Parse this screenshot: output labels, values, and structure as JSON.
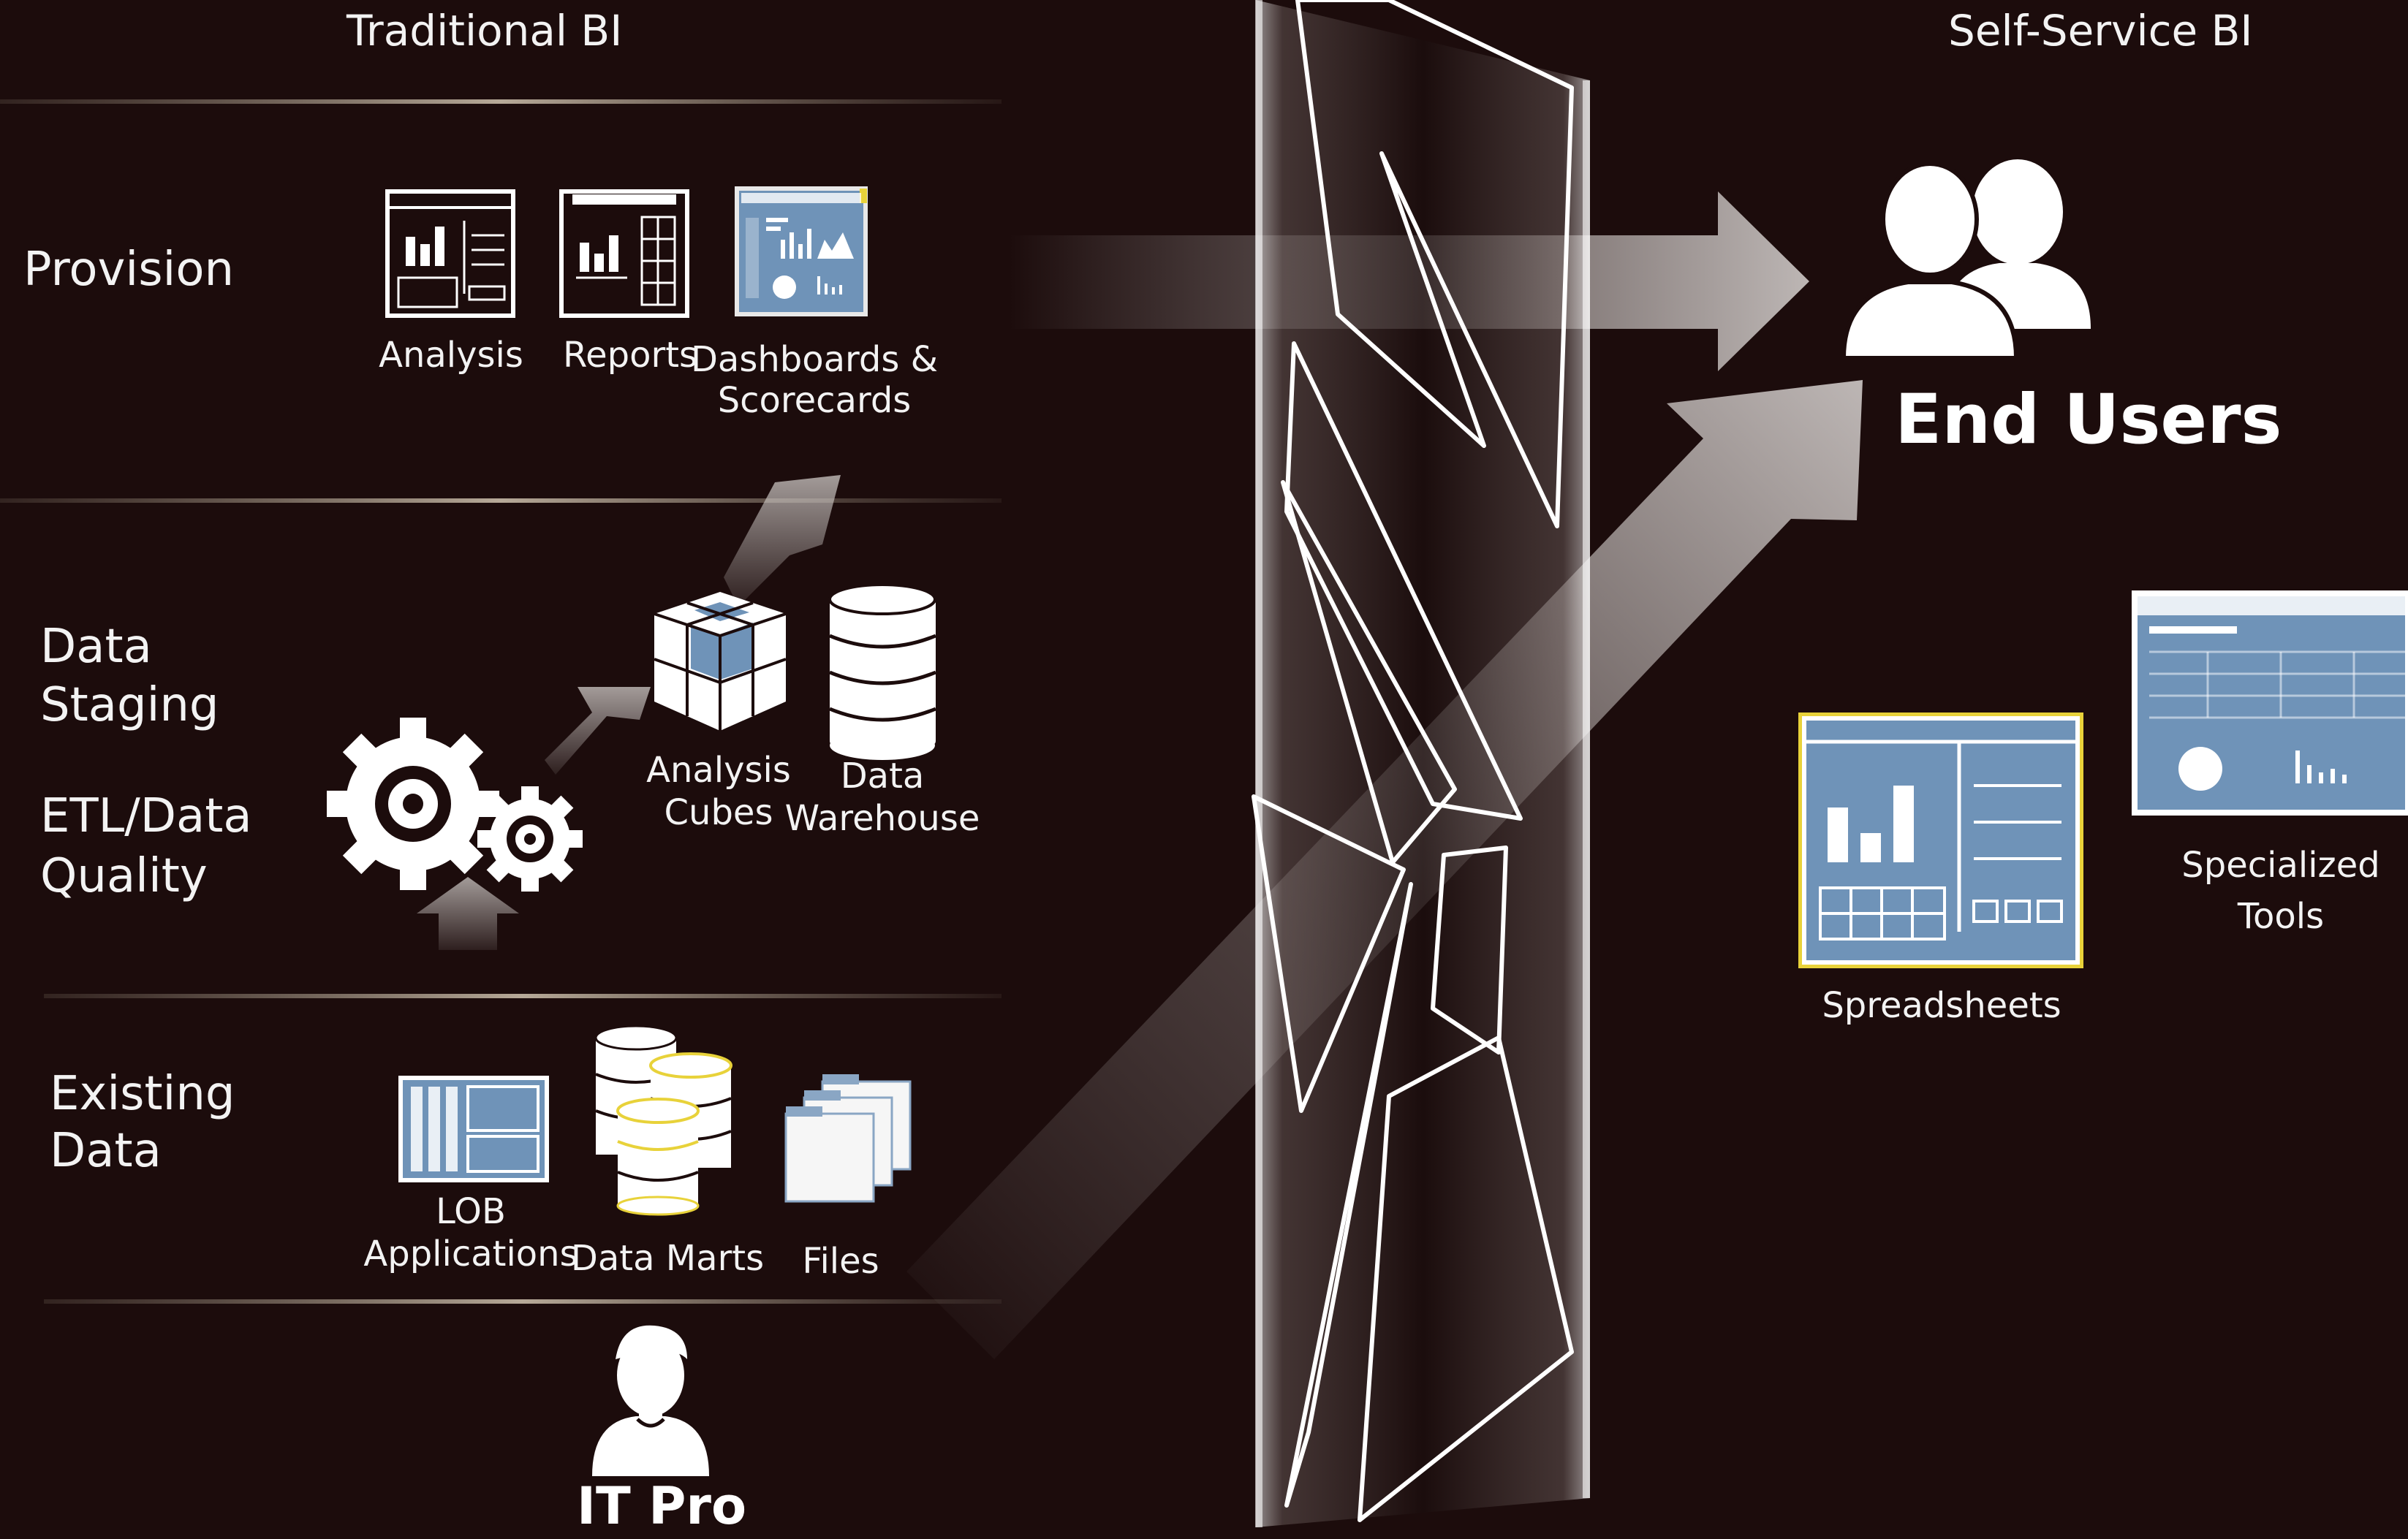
{
  "headers": {
    "traditional": "Traditional BI",
    "self_service": "Self-Service BI"
  },
  "rows": {
    "provision": "Provision",
    "staging_line1": "Data",
    "staging_line2": "Staging",
    "etl_line1": "ETL/Data",
    "etl_line2": "Quality",
    "existing_line1": "Existing",
    "existing_line2": "Data"
  },
  "provision_items": {
    "analysis": "Analysis",
    "reports": "Reports",
    "dashboards_line1": "Dashboards &",
    "dashboards_line2": "Scorecards"
  },
  "staging_items": {
    "cubes_line1": "Analysis",
    "cubes_line2": "Cubes",
    "warehouse_line1": "Data",
    "warehouse_line2": "Warehouse"
  },
  "existing_items": {
    "lob_line1": "LOB",
    "lob_line2": "Applications",
    "marts": "Data Marts",
    "files": "Files"
  },
  "actors": {
    "it_pro": "IT Pro",
    "end_users": "End Users"
  },
  "self_service_items": {
    "spreadsheets": "Spreadsheets",
    "tools_line1": "Specialized",
    "tools_line2": "Tools"
  },
  "colors": {
    "background": "#1c0c0c",
    "panel_blue": "#6f93b8",
    "accent_yellow": "#e8d23a",
    "text": "#f3f3f3"
  }
}
